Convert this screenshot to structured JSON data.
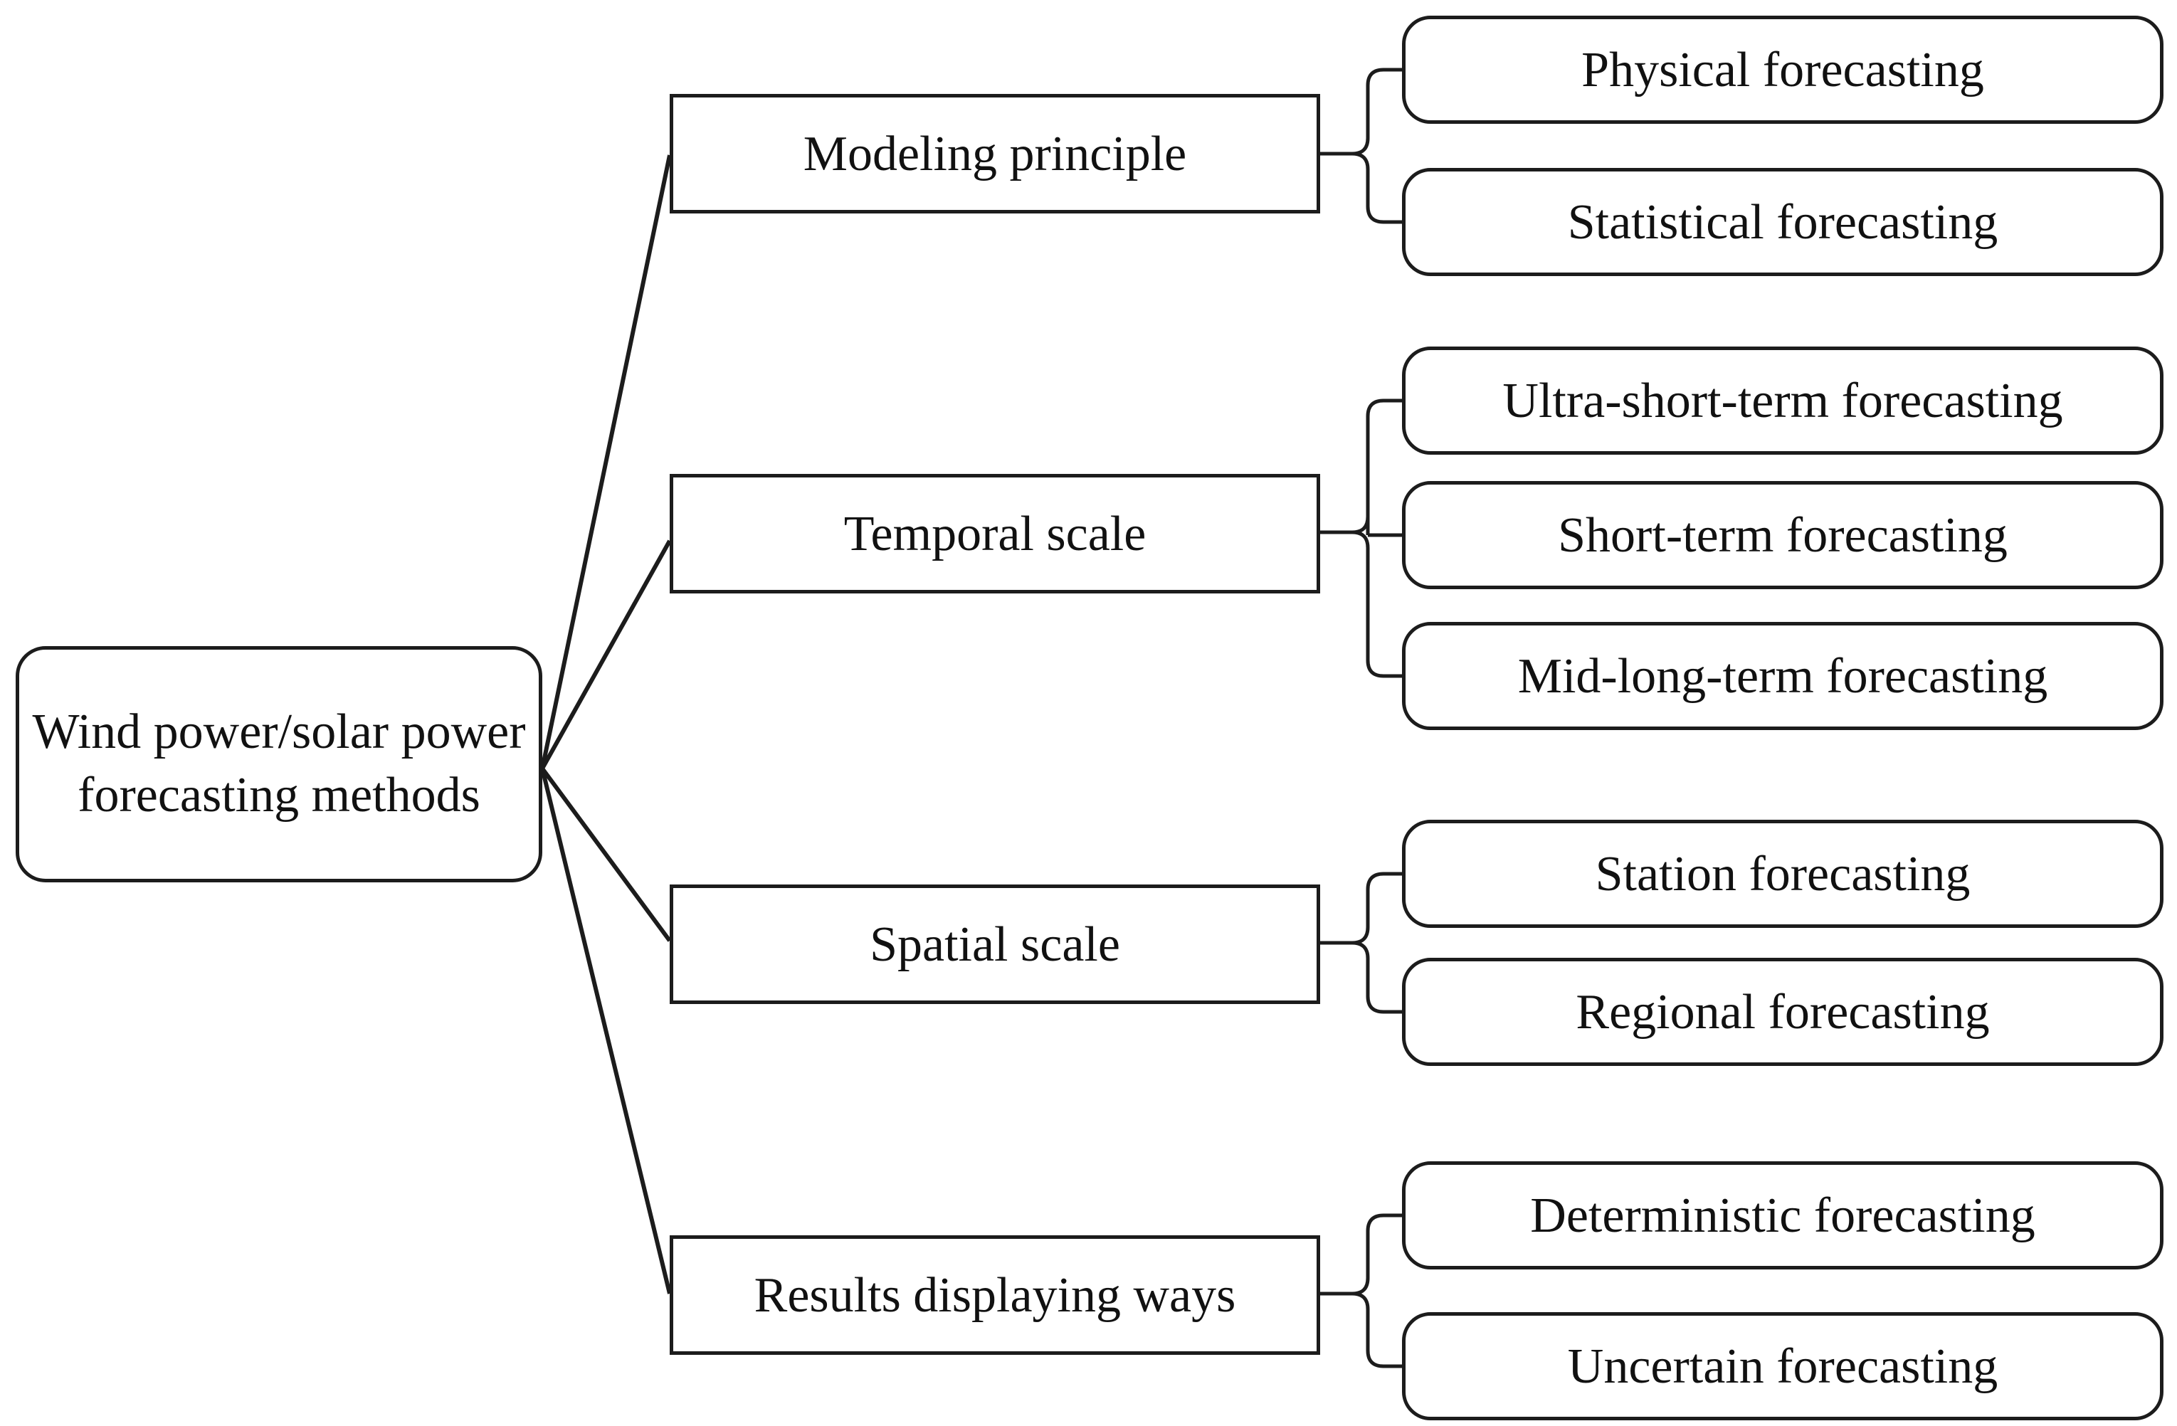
{
  "diagram": {
    "type": "tree-mindmap",
    "orientation": "left-to-right",
    "colors": {
      "background": "#ffffff",
      "stroke": "#1c1c1c",
      "text": "#111111"
    },
    "root": {
      "id": "root",
      "label": "Wind power/solar power forecasting methods",
      "shape": "rounded-rectangle",
      "lines": [
        "Wind power/solar",
        "power forecasting",
        "methods"
      ]
    },
    "branches": [
      {
        "id": "modeling-principle",
        "label": "Modeling principle",
        "shape": "rectangle",
        "children": [
          {
            "id": "physical-forecasting",
            "label": "Physical forecasting",
            "shape": "rounded-rectangle"
          },
          {
            "id": "statistical-forecasting",
            "label": "Statistical forecasting",
            "shape": "rounded-rectangle"
          }
        ]
      },
      {
        "id": "temporal-scale",
        "label": "Temporal scale",
        "shape": "rectangle",
        "children": [
          {
            "id": "ultra-short-term-forecasting",
            "label": "Ultra-short-term forecasting",
            "shape": "rounded-rectangle"
          },
          {
            "id": "short-term-forecasting",
            "label": "Short-term forecasting",
            "shape": "rounded-rectangle"
          },
          {
            "id": "mid-long-term-forecasting",
            "label": "Mid-long-term forecasting",
            "shape": "rounded-rectangle"
          }
        ]
      },
      {
        "id": "spatial-scale",
        "label": "Spatial scale",
        "shape": "rectangle",
        "children": [
          {
            "id": "station-forecasting",
            "label": "Station forecasting",
            "shape": "rounded-rectangle"
          },
          {
            "id": "regional-forecasting",
            "label": "Regional forecasting",
            "shape": "rounded-rectangle"
          }
        ]
      },
      {
        "id": "results-displaying-ways",
        "label": "Results displaying ways",
        "shape": "rectangle",
        "children": [
          {
            "id": "deterministic-forecasting",
            "label": "Deterministic forecasting",
            "shape": "rounded-rectangle"
          },
          {
            "id": "uncertain-forecasting",
            "label": "Uncertain forecasting",
            "shape": "rounded-rectangle"
          }
        ]
      }
    ]
  }
}
